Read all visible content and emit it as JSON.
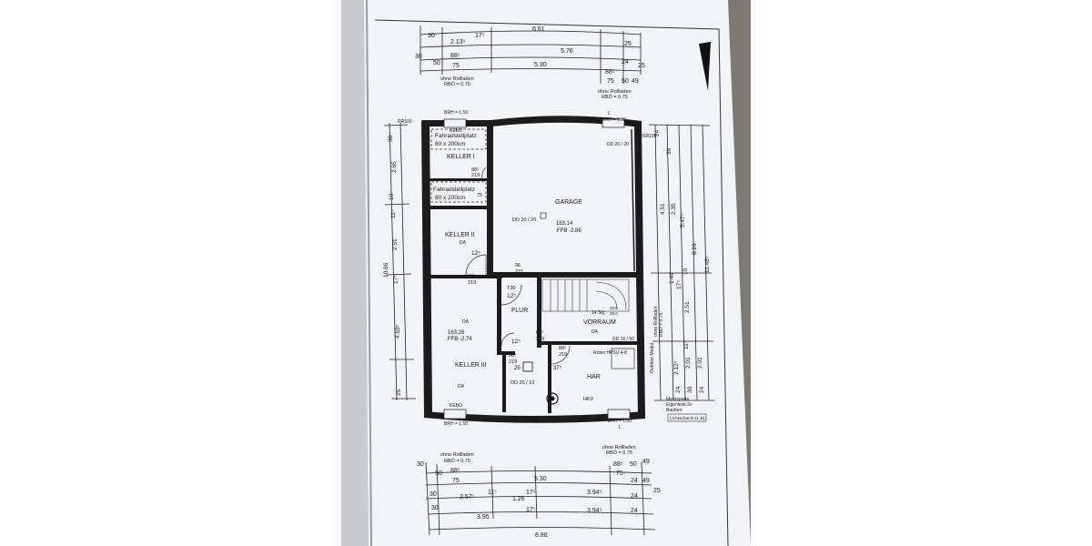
{
  "top_dims": {
    "row1": [
      "30",
      "2.13⁵",
      "17⁵",
      "8.61",
      "25"
    ],
    "row2": [
      "30",
      "50",
      "88⁵",
      "5.76",
      "25"
    ],
    "row3": [
      "75",
      "5.30",
      "88⁵",
      "24",
      "25"
    ],
    "row4": [
      "75",
      "50",
      "49"
    ],
    "note_left": [
      "ohne Rollladen",
      "RBÖ = 0.75"
    ],
    "note_right": [
      "ohne Rollladen",
      "RBÖ = 0.75"
    ]
  },
  "rooms": {
    "fahrrad1": [
      "Fahradstellplatz",
      "80 x 200cm"
    ],
    "fahrrad2": [
      "Fahradstellplatz",
      "80 x 200cm"
    ],
    "keller1": "KELLER I",
    "keller2": "KELLER II",
    "keller3": "KELLER III",
    "garage": "GARAGE",
    "flur": "FLUR",
    "vorraum": "VORRAUM",
    "har": "HAR"
  },
  "labels": {
    "brh_top_left": "BRH = 1.50",
    "kebo_top": "KEBO",
    "l_top": "L",
    "brh_top_right": "BRH = 1.50",
    "dd_garage": "DD 20 / 20",
    "dd_garage_top": "DD 20 / 20",
    "garage_area": "163,14",
    "garage_ffb": "FFB -2.86",
    "door_garage": [
      "96",
      "221"
    ],
    "door_keller1": [
      "88⁵",
      "219"
    ],
    "door_keller1_side": "75",
    "keller2_da": "DA",
    "keller2_door_w": "12⁵",
    "keller2_door": [
      "88⁵",
      "219"
    ],
    "t30": "T30",
    "flur_door_w": "12⁵",
    "stairs": [
      "14 Stg",
      "20.0",
      "28.0"
    ],
    "vorraum_door": [
      "88⁵",
      "219"
    ],
    "keller3_area": "163,26",
    "keller3_ffb": "FFB -2.74",
    "keller3_da": "DA",
    "keller3_da2": "DA",
    "flur_door2_w": "12⁵",
    "flur_door2": [
      "88⁵",
      "219"
    ],
    "vorraum_da": "DA",
    "dd_vorraum": "DD 16 / 50",
    "rotex": "Rotex HPSU 4-8",
    "har_door": [
      "88⁵",
      "219"
    ],
    "har_25": "25",
    "har_37": "37⁵",
    "dd_flur": "DD 20 / 10",
    "hkv": "HKV",
    "kebo_bottom": "KEBO",
    "brh_bottom_left": "BRH = 1.50",
    "brh_bottom_right": "BRH = 1.50",
    "l_bottom": "L",
    "outdoor": "Outdoor Modul",
    "mehrsparte": [
      "Mehrsparte",
      "Eigenleist.2s",
      "Bauherr"
    ],
    "lichtschacht": "Lichtschacht (L.B)",
    "ohne_rolladen_side": [
      "ohne Rollladen",
      "RBÖ = 0.75"
    ],
    "rr100_left": "RR100",
    "rr100_right": "RR100"
  },
  "left_dims": [
    "30",
    "2.65",
    "10",
    "11⁵",
    "2.51",
    "17⁵",
    "10.86",
    "4.63⁵",
    "25"
  ],
  "right_dims": [
    "24",
    "30",
    "4.51",
    "2.35",
    "5.47⁵",
    "1.49",
    "10",
    "17⁵",
    "2.51",
    "8.26",
    "11.48⁵",
    "2.12⁵",
    "2.01",
    "11⁵",
    "2.01",
    "24",
    "30",
    "24"
  ],
  "bottom_dims": {
    "note_left": [
      "ohne Rollladen",
      "RBÖ = 0.75"
    ],
    "note_right": [
      "ohne Rollladen",
      "RBÖ = 0.75"
    ],
    "row1": [
      "30",
      "50",
      "88⁵",
      "88⁵",
      "50",
      "49"
    ],
    "row2": [
      "75",
      "5.30",
      "75",
      "24",
      "49"
    ],
    "row3": [
      "30",
      "2.57⁵",
      "11⁵",
      "1.26",
      "17⁵",
      "3.94⁵",
      "24",
      "25"
    ],
    "row4": [
      "30",
      "3.95",
      "17⁵",
      "3.94⁵",
      "24"
    ],
    "row5": [
      "8.86"
    ]
  }
}
